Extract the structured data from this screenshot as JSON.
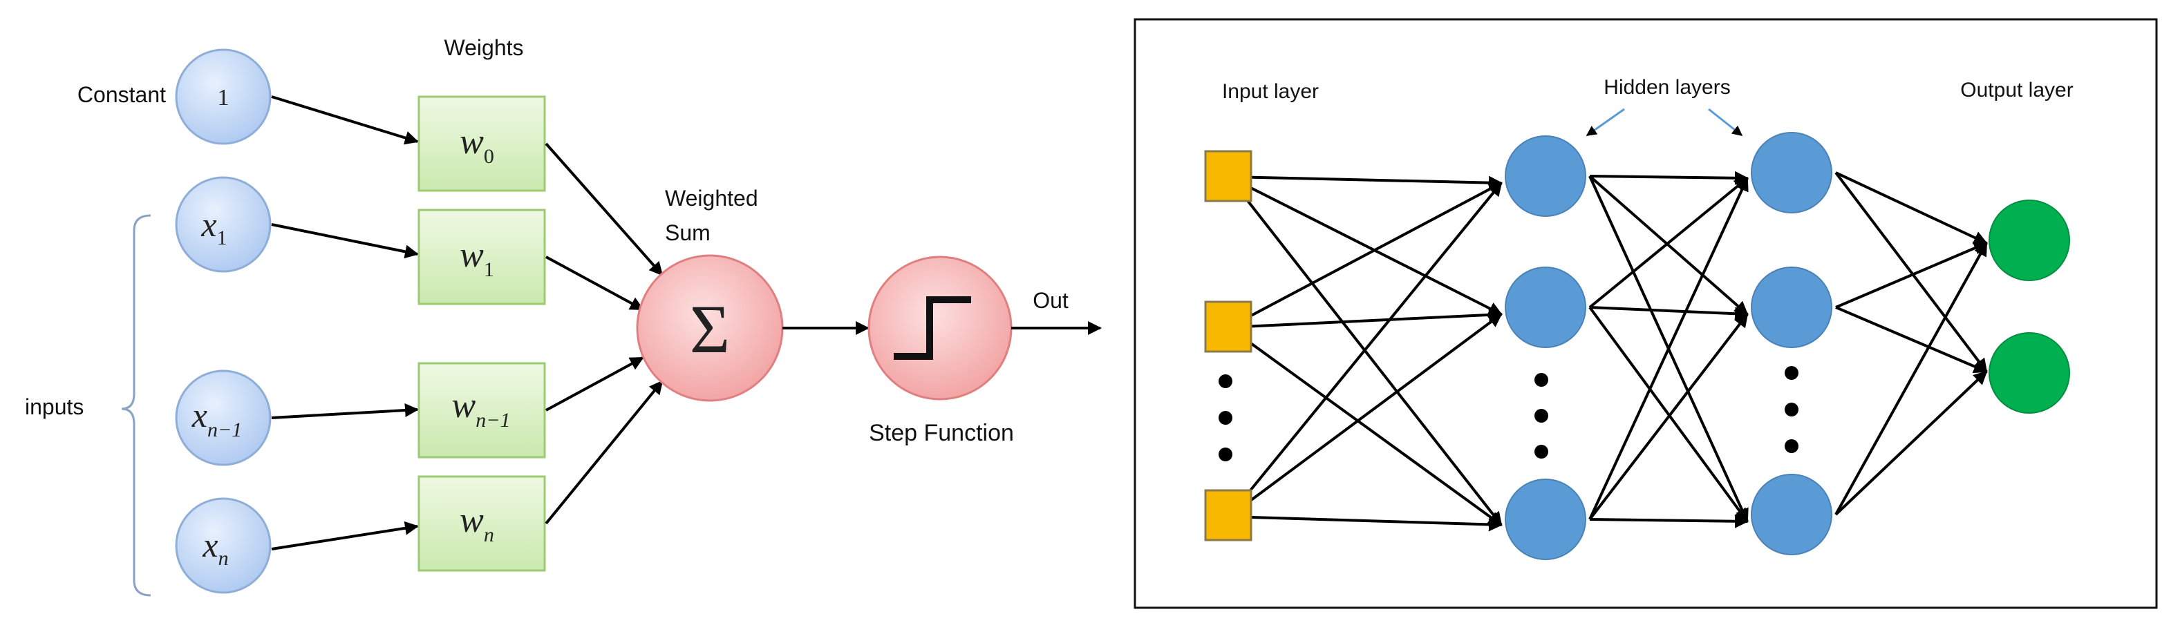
{
  "perceptron": {
    "weights_title": "Weights",
    "constant_label": "Constant",
    "constant_value": "1",
    "inputs_label": "inputs",
    "input_nodes": [
      {
        "base": "x",
        "sub": "1"
      },
      {
        "base": "x",
        "sub": "n−1"
      },
      {
        "base": "x",
        "sub": "n"
      }
    ],
    "weight_nodes": [
      {
        "base": "w",
        "sub": "0"
      },
      {
        "base": "w",
        "sub": "1"
      },
      {
        "base": "w",
        "sub": "n−1"
      },
      {
        "base": "w",
        "sub": "n"
      }
    ],
    "weighted_sum_line1": "Weighted",
    "weighted_sum_line2": "Sum",
    "sum_symbol": "Σ",
    "step_function_label": "Step Function",
    "out_label": "Out"
  },
  "network": {
    "input_layer_label": "Input layer",
    "hidden_layers_label": "Hidden layers",
    "output_layer_label": "Output layer"
  },
  "colors": {
    "input_node_fill": "#c9dcf7",
    "weight_box_fill": "#dcf2c8",
    "neuron_fill": "#f5a9a9",
    "nn_input": "#f9b800",
    "nn_hidden": "#5b9bd5",
    "nn_output": "#00b050"
  }
}
